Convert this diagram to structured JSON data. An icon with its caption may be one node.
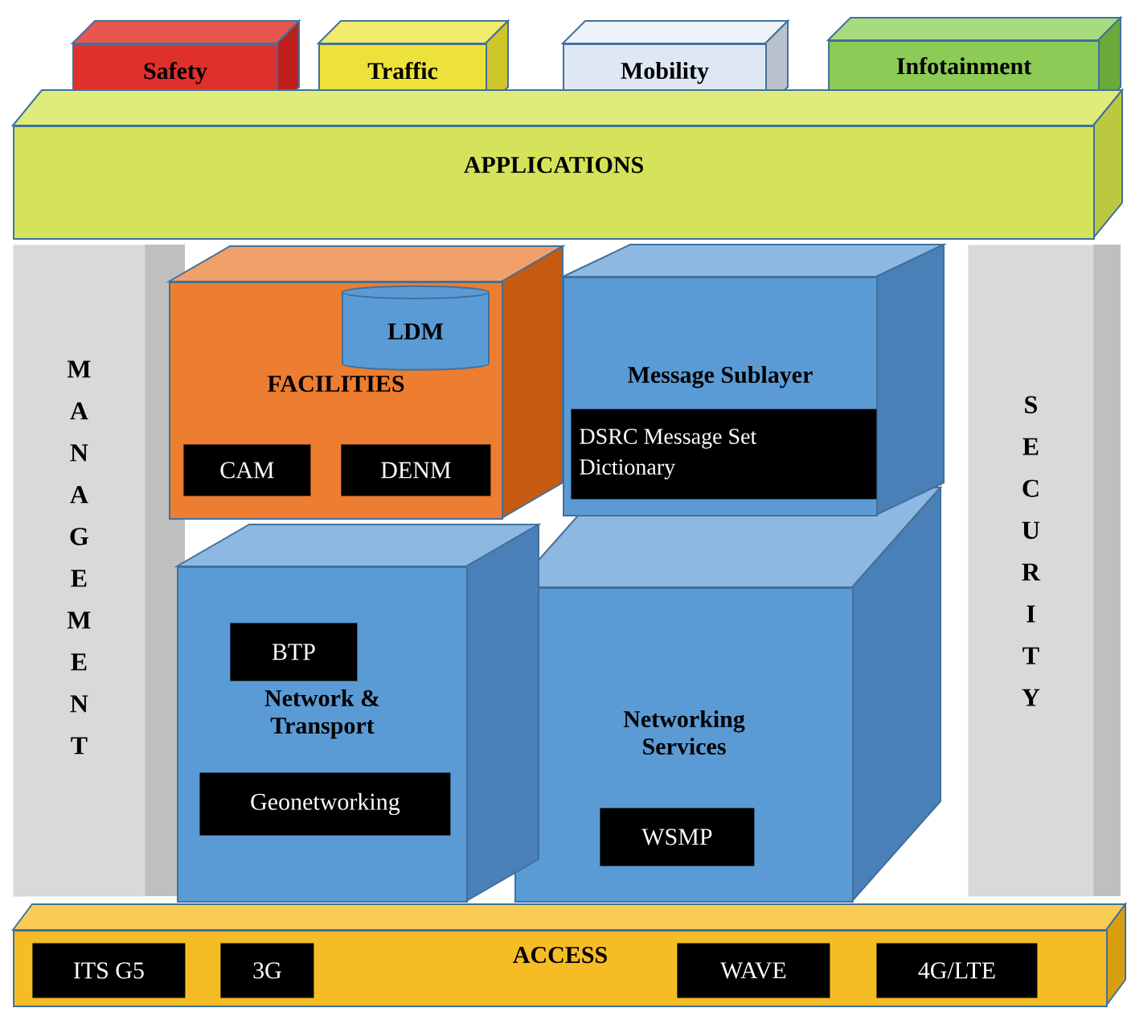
{
  "diagram": {
    "nodes": [
      {
        "text": [
          "Safety"
        ]
      },
      {
        "text": [
          "Traffic"
        ]
      },
      {
        "text": [
          "Mobility"
        ]
      },
      {
        "text": [
          "Infotainment"
        ]
      },
      {
        "text": [
          "APPLICATIONS"
        ]
      },
      {
        "text": [
          "MANAGEMENT"
        ]
      },
      {
        "text": [
          "SECURITY"
        ]
      },
      {
        "text": [
          "FACILITIES"
        ]
      },
      {
        "text": [
          "LDM"
        ],
        "in": 7
      },
      {
        "text": [
          "CAM"
        ],
        "in": 7
      },
      {
        "text": [
          "DENM"
        ],
        "in": 7
      },
      {
        "text": [
          "Message Sublayer"
        ]
      },
      {
        "text": [
          "DSRC Message Set Dictionary"
        ],
        "in": 11
      },
      {
        "text": [
          "Network & Transport"
        ]
      },
      {
        "text": [
          "BTP"
        ],
        "in": 13
      },
      {
        "text": [
          "Geonetworking"
        ],
        "in": 13
      },
      {
        "text": [
          "Networking Services"
        ]
      },
      {
        "text": [
          "WSMP"
        ],
        "in": 16
      },
      {
        "text": [
          "ACCESS"
        ]
      },
      {
        "text": [
          "ITS G5"
        ],
        "in": 18
      },
      {
        "text": [
          "3G"
        ],
        "in": 18
      },
      {
        "text": [
          "WAVE"
        ],
        "in": 18
      },
      {
        "text": [
          "4G/LTE"
        ],
        "in": 18
      }
    ]
  }
}
